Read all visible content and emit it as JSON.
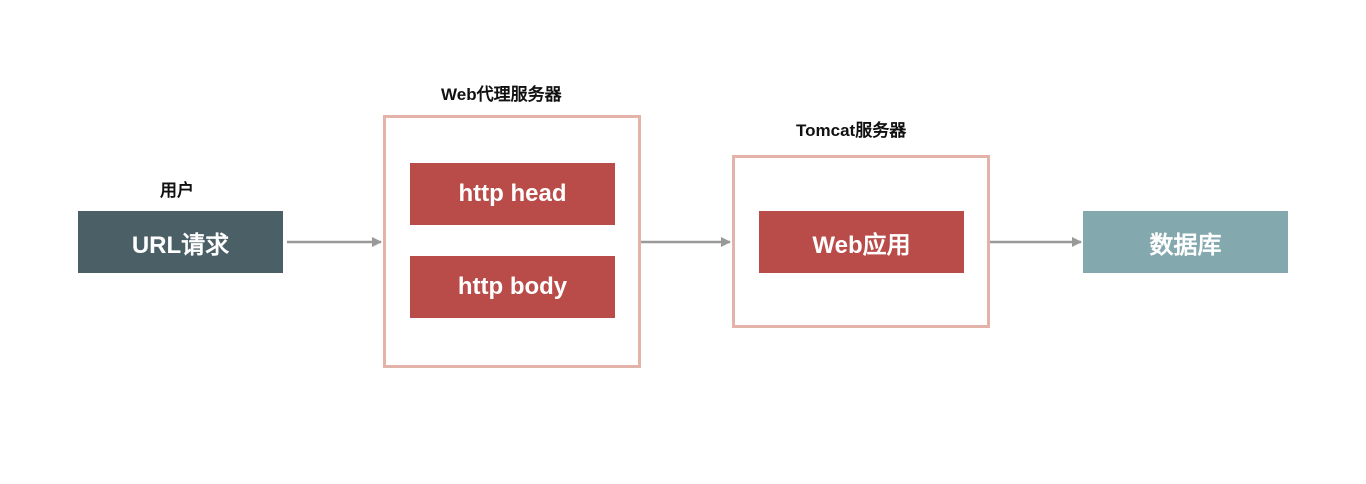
{
  "colors": {
    "url_box": "#4b5f66",
    "red_box": "#b94b48",
    "db_box": "#83a8ad",
    "frame_border": "#e3b2a8",
    "arrow": "#999999"
  },
  "user": {
    "caption": "用户",
    "box_label": "URL请求"
  },
  "proxy": {
    "caption": "Web代理服务器",
    "head_label": "http head",
    "body_label": "http body"
  },
  "tomcat": {
    "caption": "Tomcat服务器",
    "app_label": "Web应用"
  },
  "database": {
    "box_label": "数据库"
  }
}
